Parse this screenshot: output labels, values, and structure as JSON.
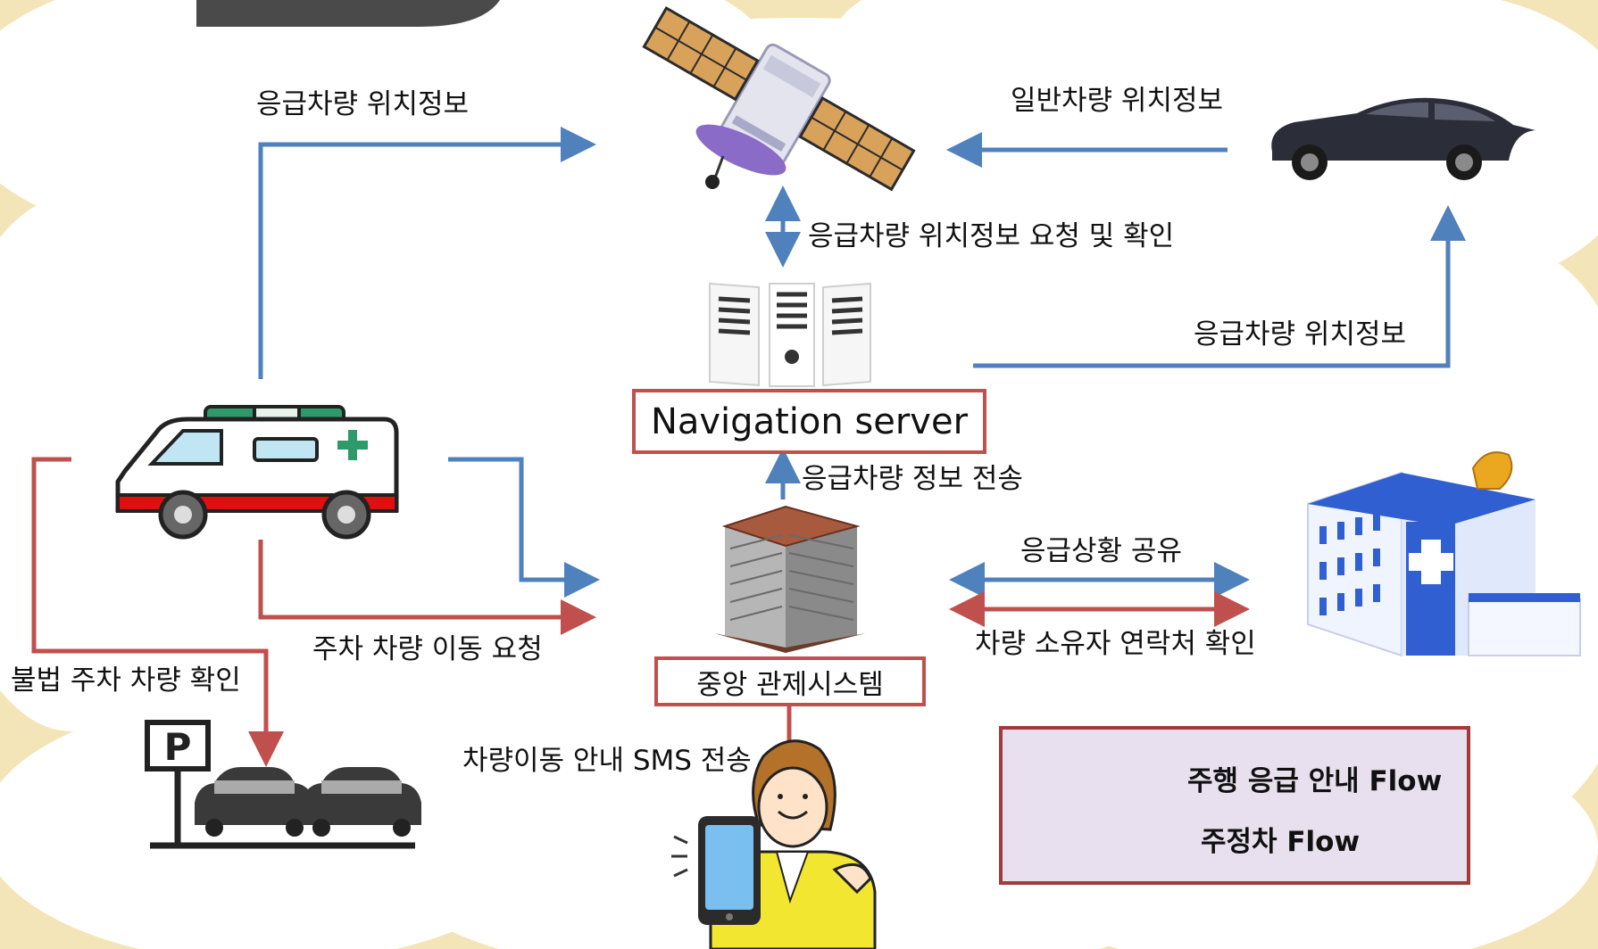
{
  "diagram": {
    "nodes": {
      "satellite": {
        "icon": "satellite-icon"
      },
      "general_car": {
        "icon": "car-icon"
      },
      "server": {
        "icon": "server-icon",
        "label": "Navigation server"
      },
      "ambulance": {
        "icon": "ambulance-icon"
      },
      "control_center": {
        "icon": "building-icon",
        "label": "중앙 관제시스템"
      },
      "hospital_police": {
        "icon": "hospital-icon"
      },
      "parking_lot": {
        "icon": "parking-icon"
      },
      "vehicle_owner": {
        "icon": "person-phone-icon"
      }
    },
    "edge_labels": {
      "ambulance_to_satellite": "응급차량 위치정보",
      "car_to_satellite": "일반차량 위치정보",
      "server_satellite": "응급차량 위치정보 요청 및 확인",
      "server_to_car": "응급차량 위치정보",
      "control_to_server": "응급차량 정보 전송",
      "control_hospital_share": "응급상황 공유",
      "control_hospital_contact": "차량 소유자 연락처 확인",
      "ambulance_to_control_parking": "주차 차량 이동 요청",
      "ambulance_to_parking": "불법 주차 차량 확인",
      "control_to_owner": "차량이동 안내 SMS 전송"
    },
    "legend": {
      "blue_label": "주행 응급 안내 Flow",
      "red_label": "주정차 Flow"
    },
    "colors": {
      "blue_flow": "#4f81bd",
      "red_flow": "#c0504d",
      "background": "#f3e5b8",
      "cloud": "#ffffff"
    }
  }
}
